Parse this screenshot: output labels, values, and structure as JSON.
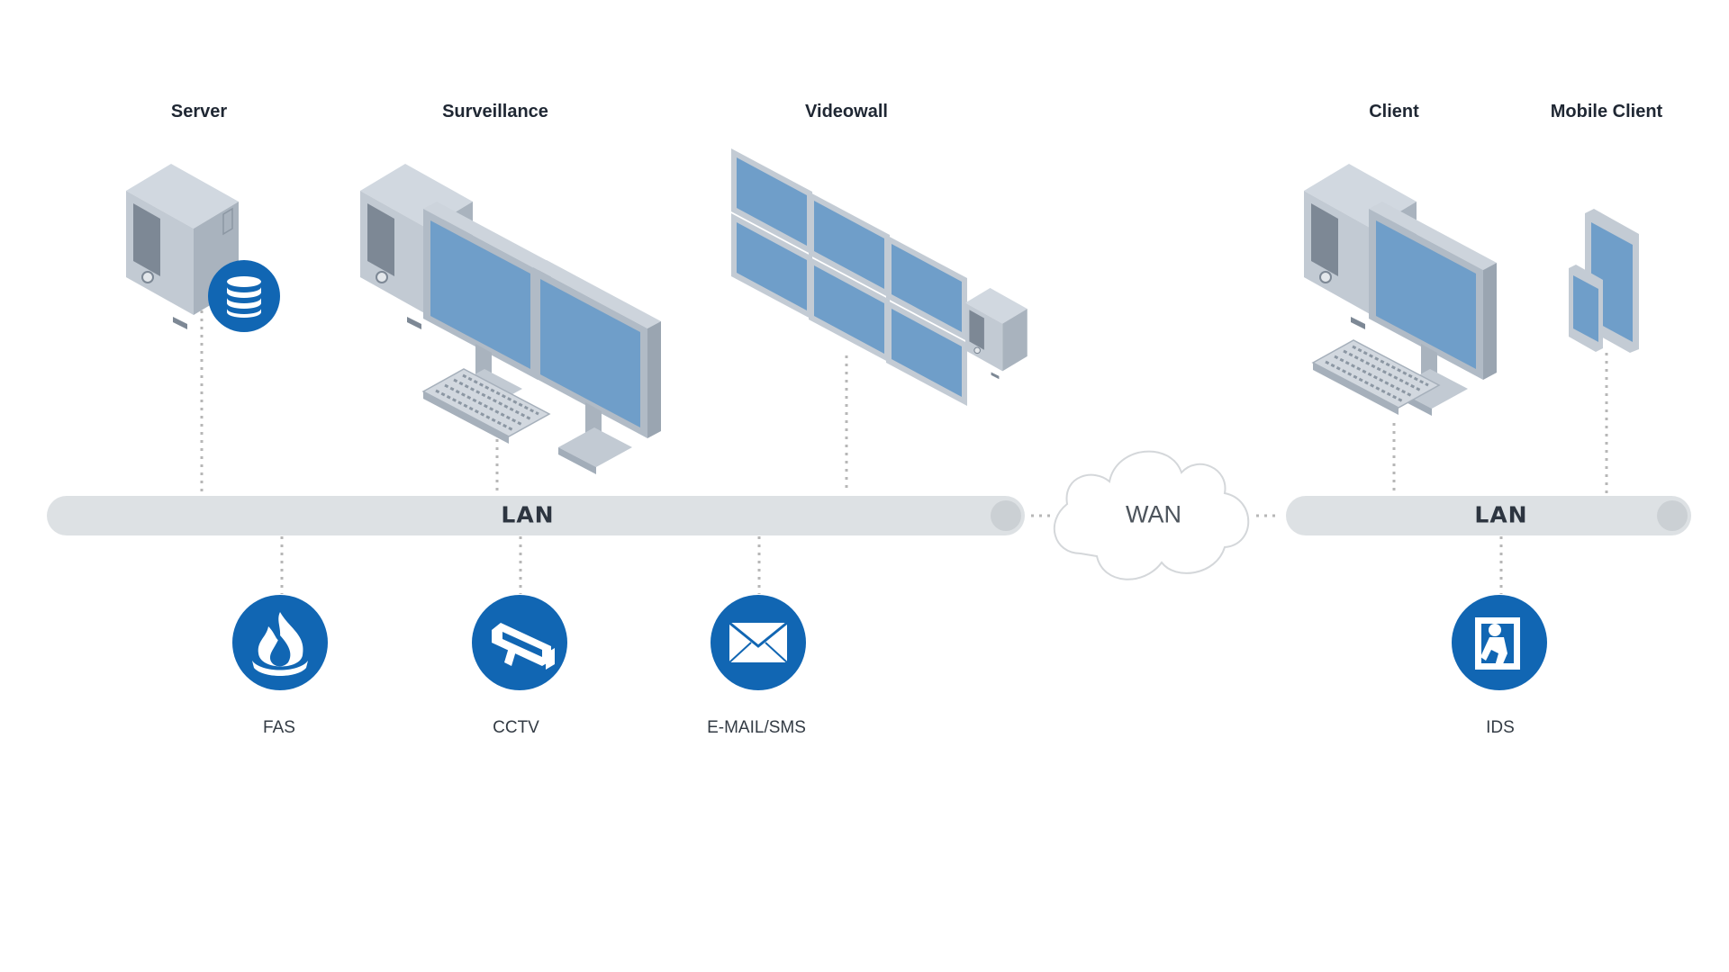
{
  "devices": {
    "server": "Server",
    "surveillance": "Surveillance",
    "videowall": "Videowall",
    "client": "Client",
    "mobile_client": "Mobile Client"
  },
  "network": {
    "lan_left": "LAN",
    "wan": "WAN",
    "lan_right": "LAN"
  },
  "subsystems": {
    "fas": "FAS",
    "cctv": "CCTV",
    "email_sms": "E-MAIL/SMS",
    "ids": "IDS"
  },
  "colors": {
    "accent_blue": "#1166b3",
    "screen_blue": "#6f9ec9",
    "device_grey": "#b7c1cc",
    "lan_bar": "#dde1e4"
  },
  "icons": [
    "database-icon",
    "fire-icon",
    "cctv-camera-icon",
    "envelope-icon",
    "intruder-icon",
    "cloud-icon"
  ]
}
